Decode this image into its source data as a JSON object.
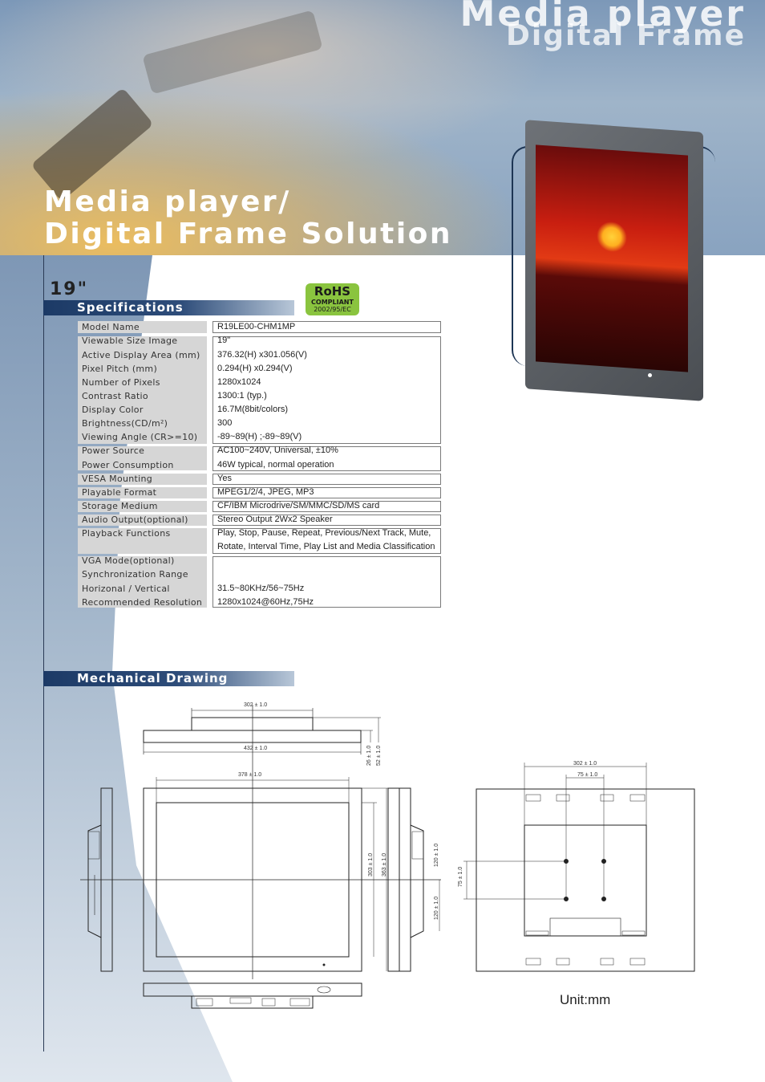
{
  "header": {
    "title_big": "Media player",
    "title_sub": "Digital Frame",
    "headline_line1": "Media player/",
    "headline_line2": "Digital Frame Solution"
  },
  "product": {
    "size": "19\"",
    "rohs": {
      "title": "RoHS",
      "line": "COMPLIANT",
      "code": "2002/95/EC"
    }
  },
  "sections": {
    "specifications": "Specifications",
    "mechanical": "Mechanical Drawing"
  },
  "specs": {
    "labels": [
      "Model Name",
      "Viewable Size Image",
      "Active Display Area (mm)",
      "Pixel Pitch (mm)",
      "Number of Pixels",
      "Contrast Ratio",
      "Display Color",
      "Brightness(CD/m²)",
      "Viewing Angle (CR>=10)",
      "Power Source",
      "Power Consumption",
      "VESA Mounting",
      "Playable Format",
      "Storage Medium",
      "Audio Output(optional)",
      "Playback Functions",
      "VGA Mode(optional)",
      "Synchronization Range",
      "Horizonal / Vertical",
      "Recommended Resolution"
    ],
    "values": [
      "R19LE00-CHM1MP",
      "19\"",
      "376.32(H) x301.056(V)",
      "0.294(H) x0.294(V)",
      "1280x1024",
      "1300:1 (typ.)",
      "16.7M(8bit/colors)",
      "300",
      "-89~89(H) ;-89~89(V)",
      "AC100~240V, Universal, ±10%",
      "46W typical, normal operation",
      "Yes",
      "MPEG1/2/4, JPEG, MP3",
      "CF/IBM Microdrive/SM/MMC/SD/MS card",
      "Stereo Output 2Wx2 Speaker",
      "Play, Stop, Pause, Repeat, Previous/Next Track, Mute,",
      "Rotate, Interval Time, Play List and Media Classification",
      "31.5~80KHz/56~75Hz",
      "1280x1024@60Hz,75Hz"
    ]
  },
  "dimensions": {
    "top_width": "302 ± 1.0",
    "top_overall": "432 ± 1.0",
    "depth_a": "26 ± 1.0",
    "depth_b": "52 ± 1.0",
    "front_width": "378 ± 1.0",
    "front_height_a": "303 ± 1.0",
    "front_height_b": "363 ± 1.0",
    "side_a": "120 ± 1.0",
    "side_b": "120 ± 1.0",
    "back_width": "302 ± 1.0",
    "back_vesa": "75 ± 1.0",
    "back_vesa_v": "75 ± 1.0"
  },
  "unit": "Unit:mm"
}
